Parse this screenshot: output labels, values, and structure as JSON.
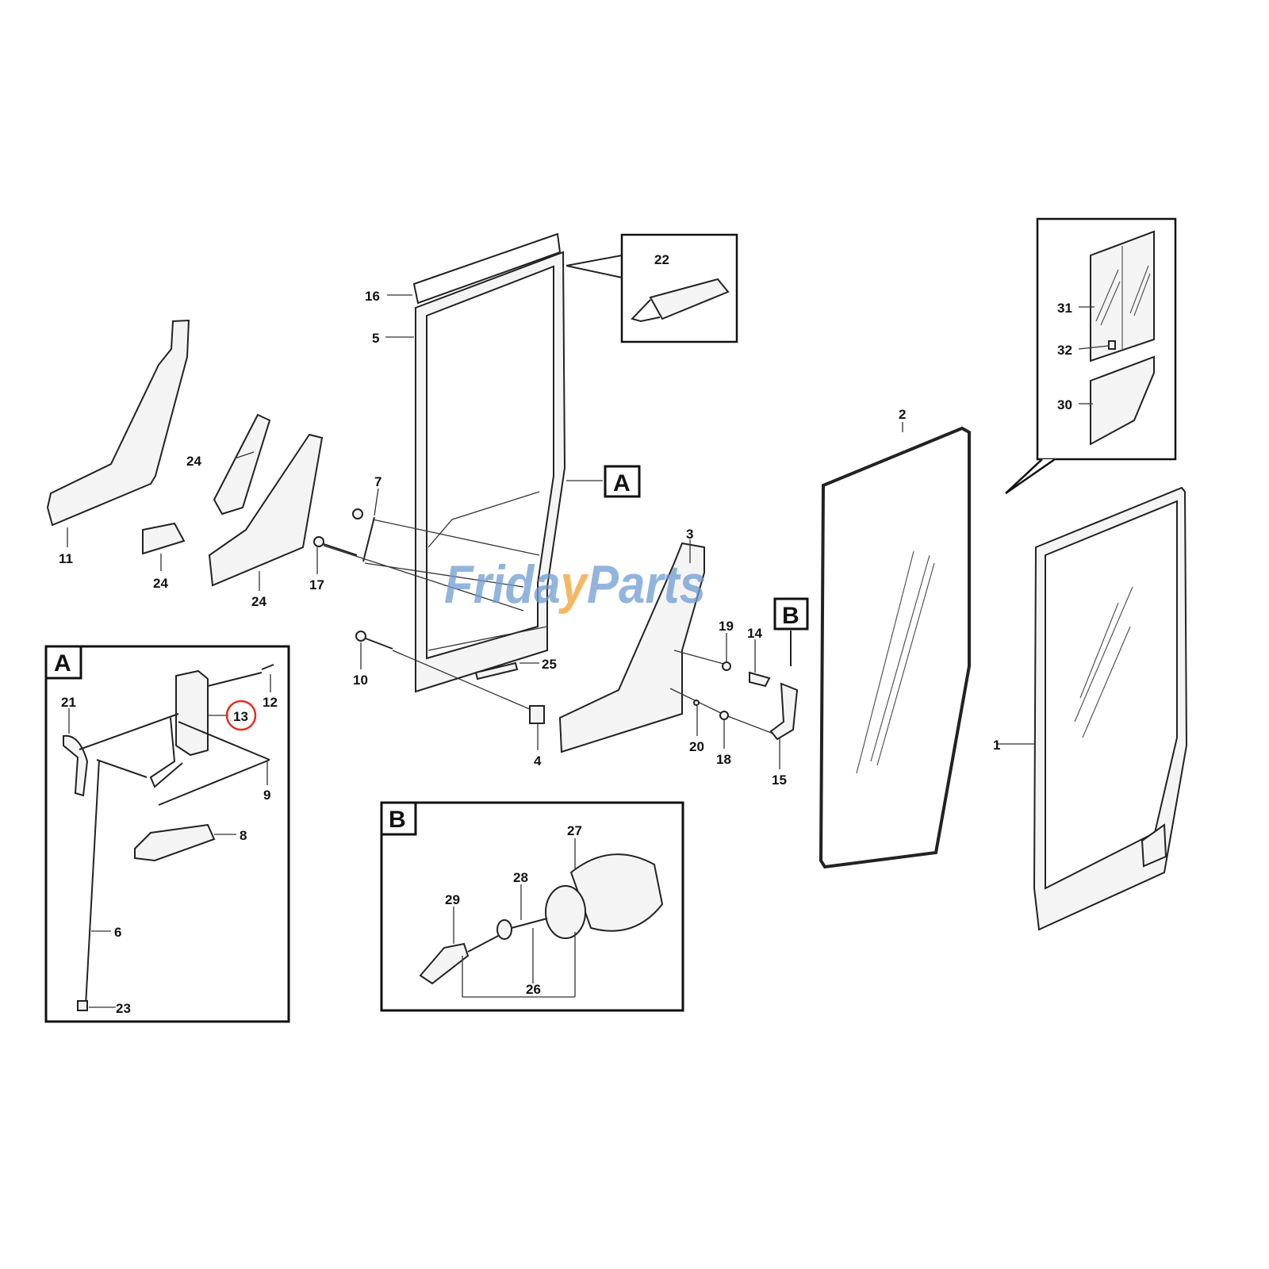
{
  "watermark": {
    "part1": "Frida",
    "part2": "y",
    "part3": "Parts",
    "color_main": "#6f9bd1",
    "color_accent": "#f0a030"
  },
  "highlight_color": "#e03020",
  "main_labels": {
    "l16": "16",
    "l5": "5",
    "l22": "22",
    "lA": "A",
    "l24a": "24",
    "l24b": "24",
    "l24c": "24",
    "l11": "11",
    "l7": "7",
    "l17": "17",
    "l10": "10",
    "l25": "25",
    "l4": "4",
    "l3": "3",
    "l19": "19",
    "l14": "14",
    "lB": "B",
    "l20": "20",
    "l18": "18",
    "l15": "15",
    "l2": "2",
    "l1": "1",
    "l31": "31",
    "l32": "32",
    "l30": "30"
  },
  "inset_a": {
    "title": "A",
    "labels": {
      "l21": "21",
      "l12": "12",
      "l13": "13",
      "l9": "9",
      "l8": "8",
      "l6": "6",
      "l23": "23"
    },
    "highlighted": "13"
  },
  "inset_b": {
    "title": "B",
    "labels": {
      "l27": "27",
      "l28": "28",
      "l29": "29",
      "l26": "26"
    }
  }
}
